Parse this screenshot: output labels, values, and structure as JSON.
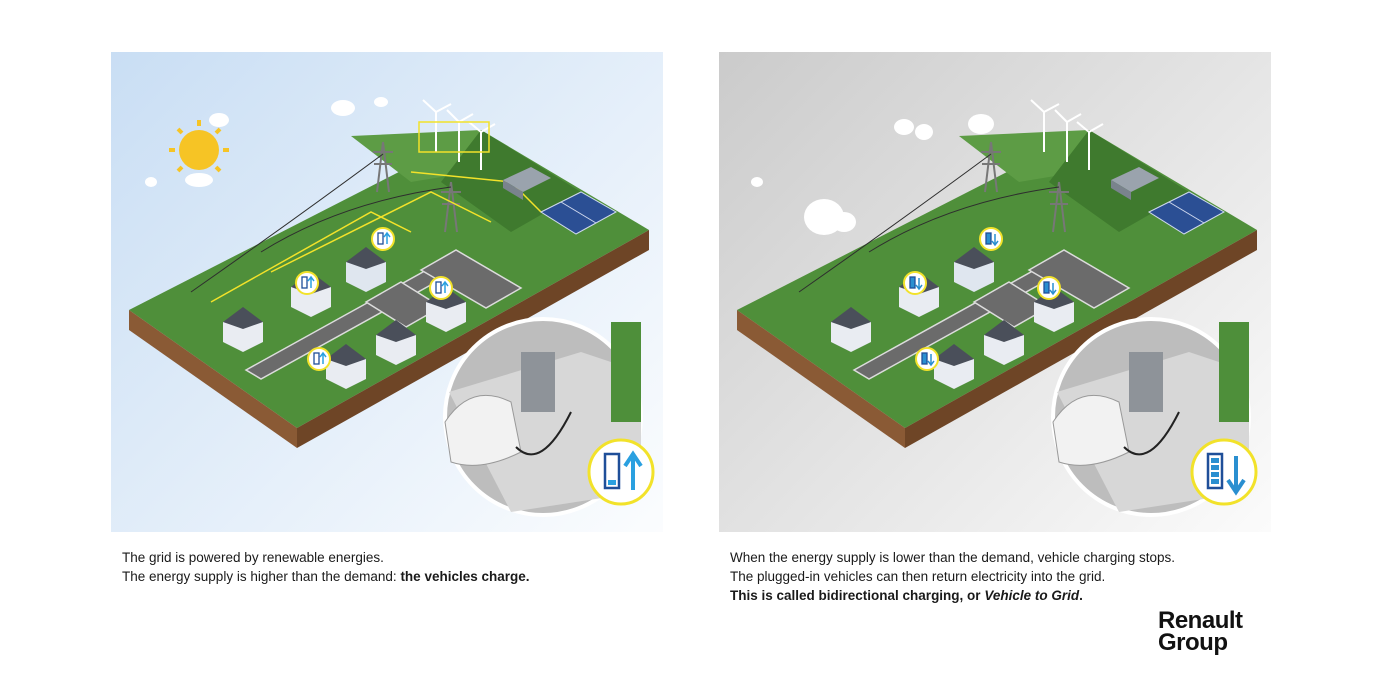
{
  "left_panel": {
    "line1": "The grid is powered by renewable energies.",
    "line2_prefix": "The energy supply is higher than the demand: ",
    "line2_bold": "the vehicles charge.",
    "sky_colors": [
      "#cfe2f6",
      "#ffffff"
    ],
    "battery_state": "charging",
    "arrow_color": "#2aa0e0"
  },
  "right_panel": {
    "line1": "When the energy supply is lower than the demand, vehicle charging stops.",
    "line2": "The plugged-in vehicles can then return electricity into the grid.",
    "line3_prefix": "This is called bidirectional charging, or ",
    "line3_italic": "Vehicle to Grid",
    "line3_suffix": ".",
    "sky_colors": [
      "#cfcfcf",
      "#ffffff"
    ],
    "battery_state": "discharging",
    "arrow_color": "#2a8fd0"
  },
  "logo": {
    "line1": "Renault",
    "line2": "Group"
  },
  "colors": {
    "grass": "#4f8f3a",
    "grass_dark": "#3f7a2e",
    "soil": "#8a5a35",
    "road": "#6b6b6b",
    "highlight": "#f2e22a"
  }
}
